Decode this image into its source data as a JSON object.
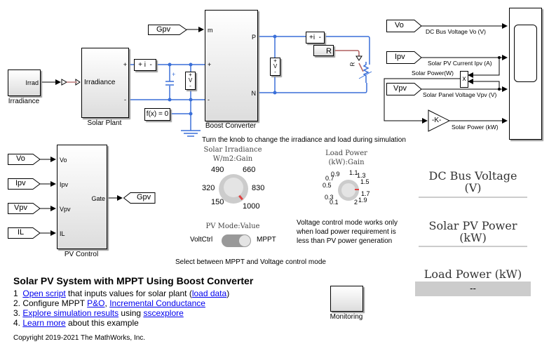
{
  "blocks": {
    "irradiance": {
      "port": "Irrad",
      "caption": "Irradiance"
    },
    "solar_plant": {
      "port_in": "Irradiance",
      "plus": "+",
      "minus": "-",
      "caption": "Solar Plant"
    },
    "current_sensor": "+ i  -",
    "fx": "f(x) = 0",
    "voltage_sensor": "+\nV\n-",
    "boost": {
      "m": "m",
      "p": "P",
      "n": "N",
      "plus": "+",
      "minus": "-",
      "caption": "Boost Converter"
    },
    "load_current_sensor": "+i  -",
    "r_block": "R",
    "resistor_label": "R",
    "pv_control": {
      "inputs": [
        "Vo",
        "Ipv",
        "Vpv",
        "IL"
      ],
      "output": "Gate",
      "caption": "PV Control"
    },
    "product": "x",
    "gain": "-K-",
    "monitoring": "Monitoring"
  },
  "tags": {
    "gpv_top": "Gpv",
    "vo": "Vo",
    "ipv": "Ipv",
    "vpv": "Vpv",
    "il": "IL",
    "gpv_out": "Gpv"
  },
  "signals": {
    "vo": "DC Bus Voltage Vo (V)",
    "ipv": "Solar PV Current Ipv (A)",
    "power_w": "Solar Power(W)",
    "vpv": "Solar Panel Voltage Vpv (V)",
    "power_kw": "Solar Power (kW)"
  },
  "dashboard": {
    "knob_note": "Turn the knob to change the irradiance and load during simulation",
    "irradiance_knob": {
      "title1": "Solar Irradiance",
      "title2": "W/m2:Gain",
      "ticks": [
        "150",
        "320",
        "490",
        "660",
        "830",
        "1000"
      ],
      "value": "1000"
    },
    "load_knob": {
      "title1": "Load Power",
      "title2": "(kW):Gain",
      "ticks": [
        "0.1",
        "0.3",
        "0.5",
        "0.7",
        "0.9",
        "1.1",
        "1.3",
        "1.5",
        "1.7",
        "1.9",
        "2"
      ],
      "value": "1.7"
    },
    "mode": {
      "title": "PV Mode:Value",
      "left": "VoltCtrl",
      "right": "MPPT",
      "value": "MPPT"
    },
    "mode_note": [
      "Voltage control mode works only",
      "when load power requirement is",
      "less than PV power generation"
    ],
    "mode_caption": "Select between MPPT and Voltage control mode",
    "displays": [
      {
        "title1": "DC Bus Voltage",
        "title2": "(V)"
      },
      {
        "title1": "Solar PV Power",
        "title2": "(kW)"
      },
      {
        "title1": "Load Power (kW)",
        "value": "--"
      }
    ]
  },
  "info": {
    "title": "Solar PV System with MPPT Using Boost Converter",
    "l1": {
      "n": "1",
      "a": "Open script",
      "t": " that inputs values for solar plant (",
      "b": "load data",
      "e": ")"
    },
    "l2": {
      "n": "2. Configure MPPT ",
      "a": "P&O",
      "t": ", ",
      "b": "Incremental Conductance"
    },
    "l3": {
      "n": "3. ",
      "a": "Explore simulation results",
      "t": " using ",
      "b": "sscexplore"
    },
    "l4": {
      "n": "4. ",
      "a": "Learn more",
      "t": " about this example"
    },
    "copyright": "Copyright 2019-2021 The MathWorks, Inc."
  },
  "colors": {
    "wire": "#3a6fd8",
    "physical_link": "#b06060",
    "needle": "#e04040"
  }
}
